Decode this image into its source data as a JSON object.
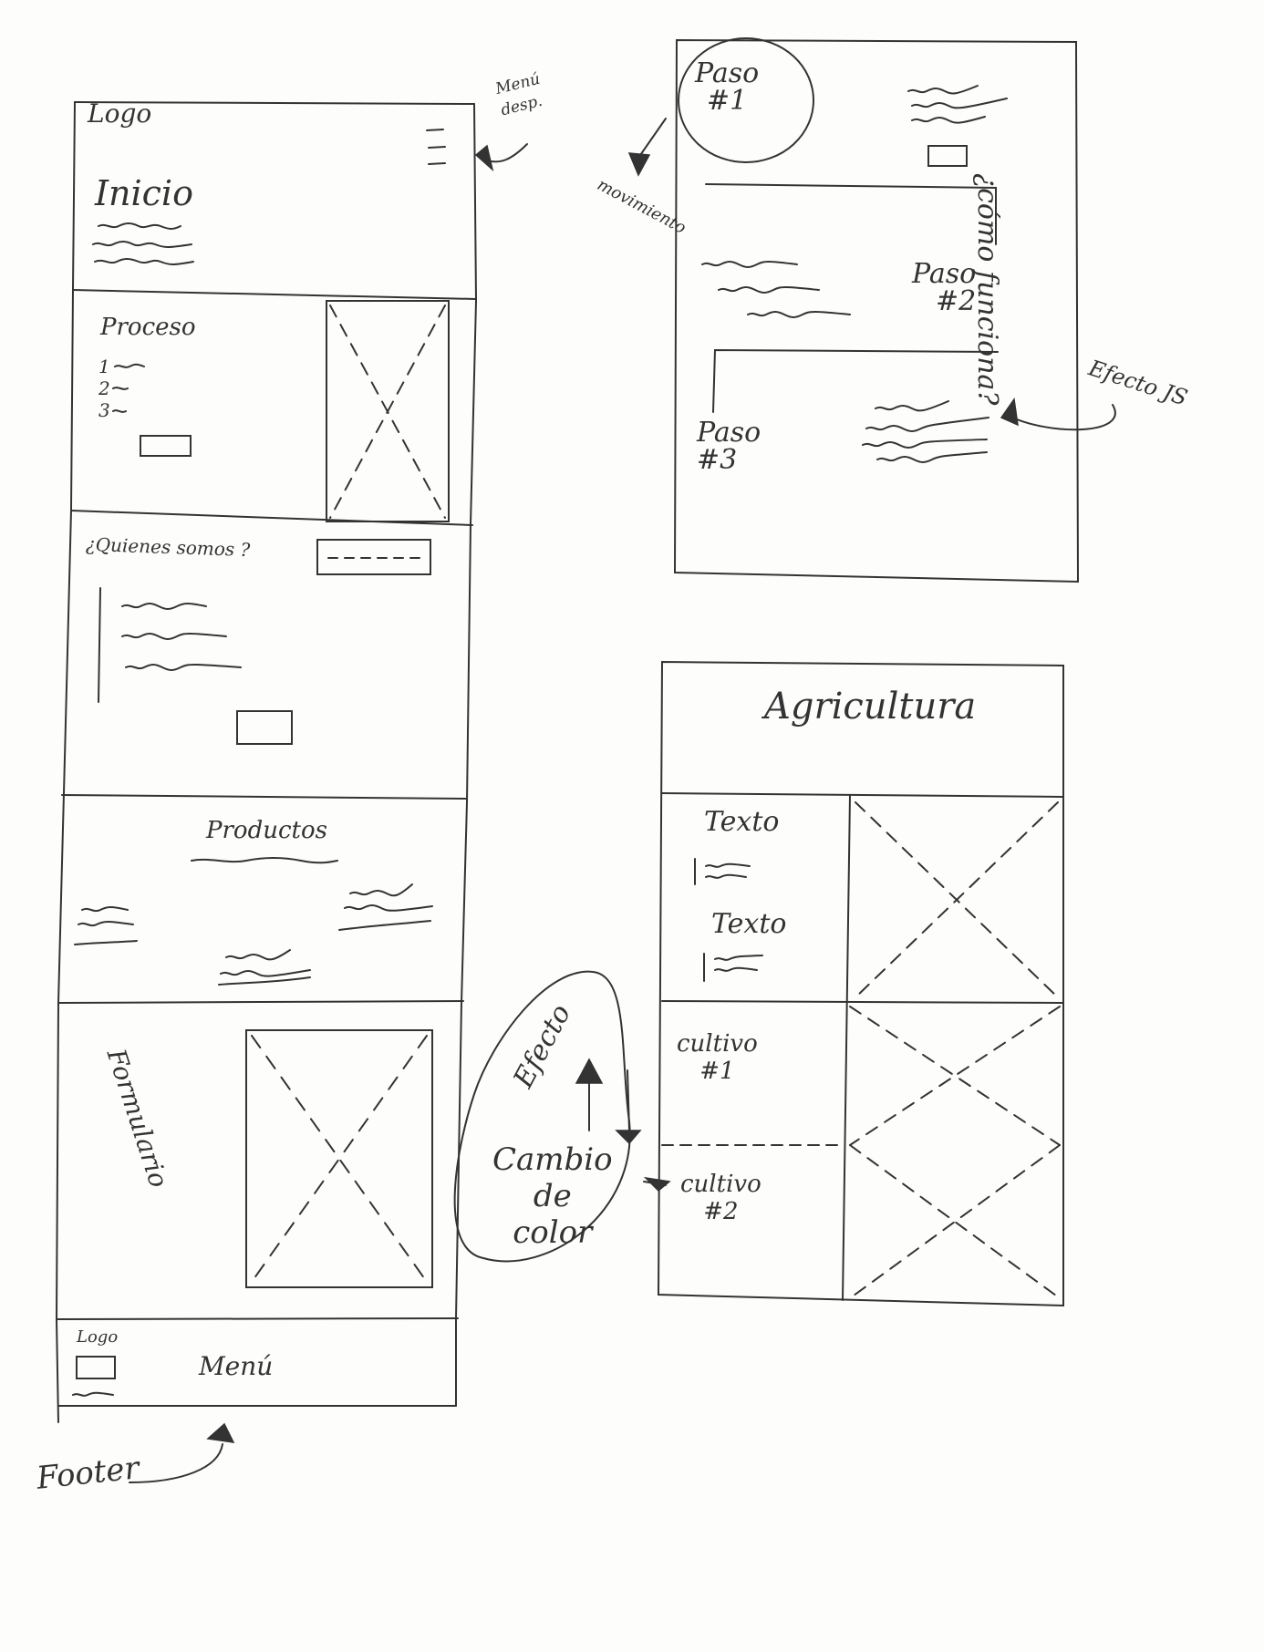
{
  "main_wireframe": {
    "header": {
      "logo": "Logo",
      "menu_note": "Menú\ndesp.",
      "hero_title": "Inicio"
    },
    "process": {
      "title": "Proceso",
      "steps": [
        "1",
        "2",
        "3"
      ]
    },
    "about": {
      "title": "¿Quienes somos ?"
    },
    "products": {
      "title": "Productos"
    },
    "form": {
      "title": "Formulario"
    },
    "footer": {
      "logo": "Logo",
      "menu": "Menú",
      "annotation": "Footer"
    }
  },
  "steps_wireframe": {
    "step_a": "Paso\n#1",
    "step_b": "Paso\n#2",
    "step_c": "Paso\n#3",
    "movement_note": "movimiento",
    "question": "¿cómo funciona?",
    "js_effect": "Efecto JS"
  },
  "agriculture_wireframe": {
    "title": "Agricultura",
    "text_1": "Texto",
    "text_2": "Texto",
    "crop_1": "cultivo\n#1",
    "crop_2": "cultivo\n#2"
  },
  "effect_note": {
    "title": "Efecto",
    "body": "Cambio\nde\ncolor"
  },
  "colors": {
    "ink": "#333333",
    "paper": "#fdfdfc"
  }
}
